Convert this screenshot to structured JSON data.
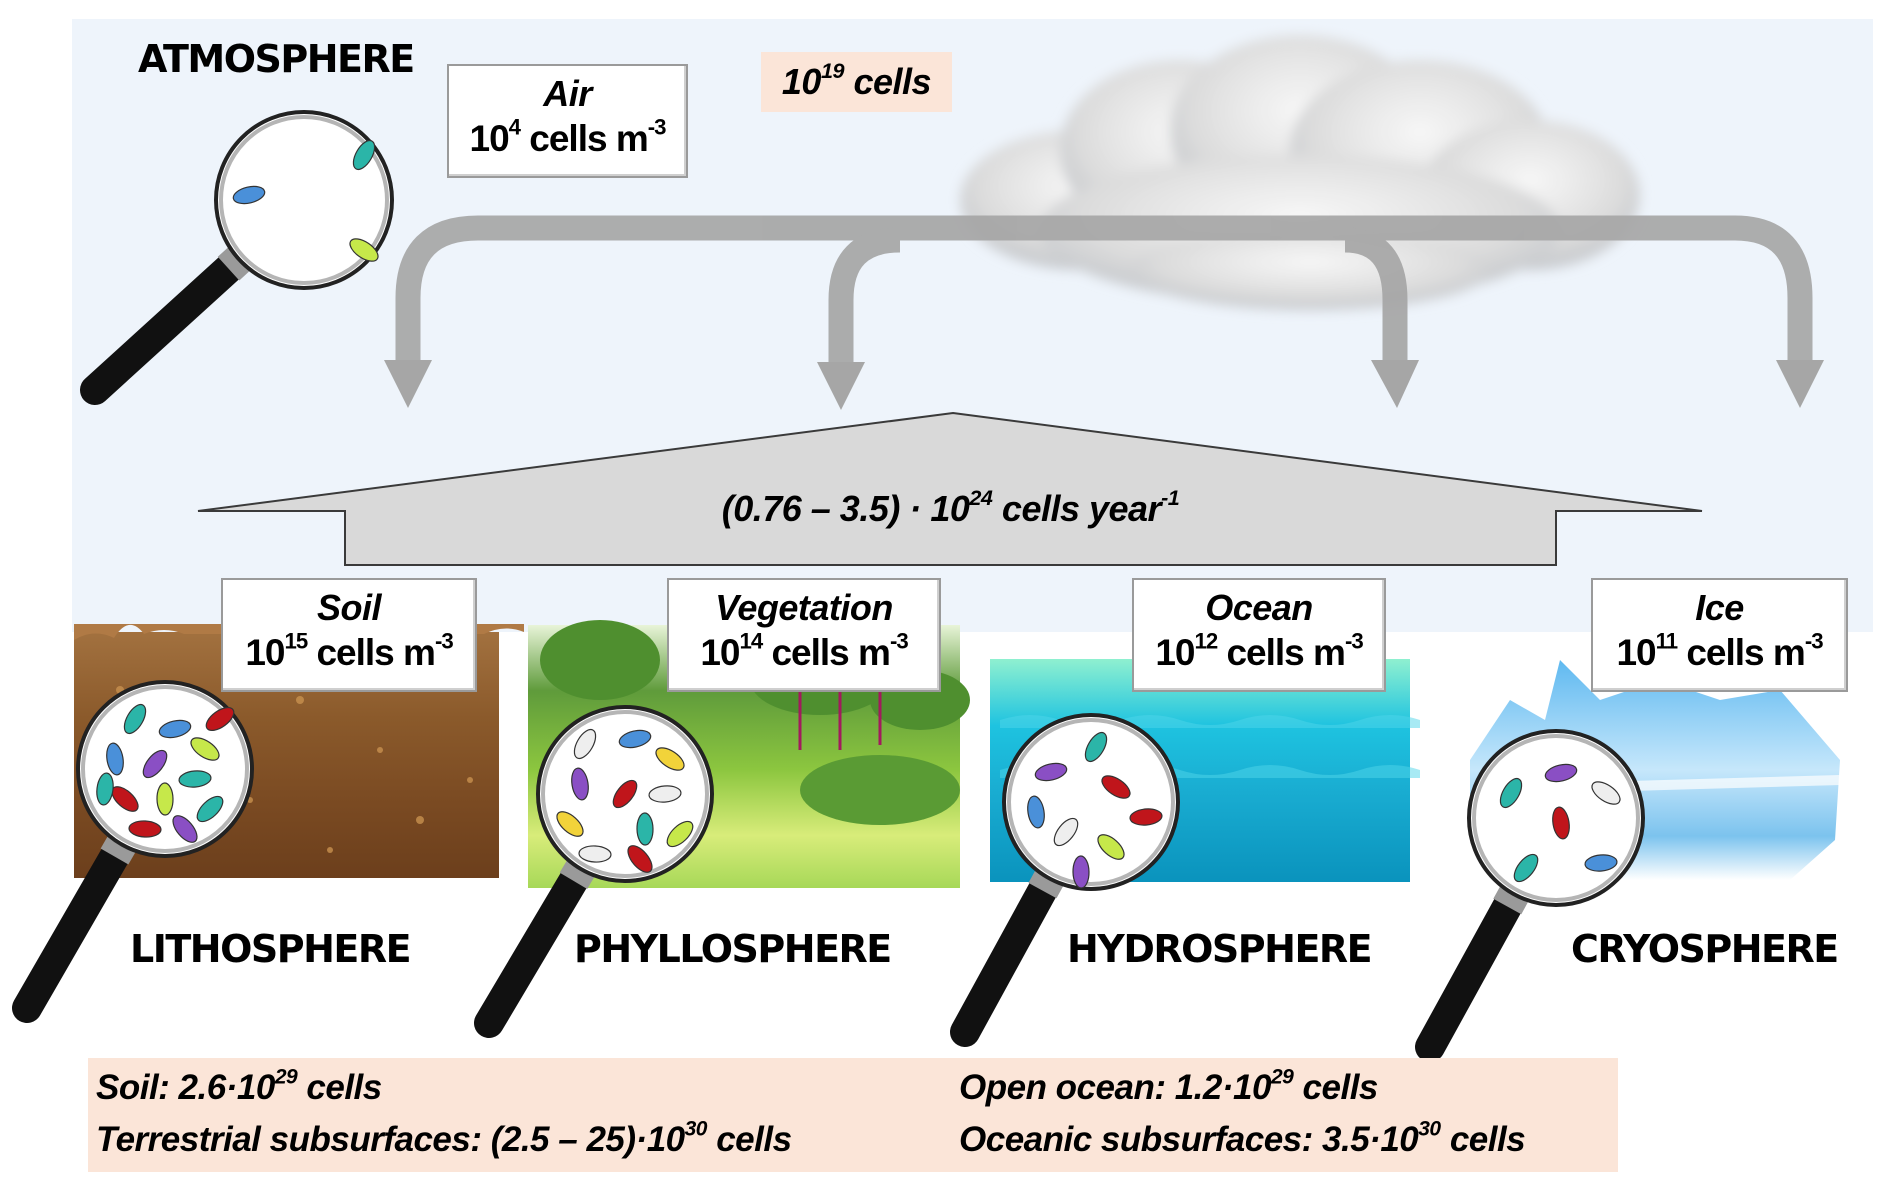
{
  "atmosphere": {
    "title": "ATMOSPHERE",
    "label": {
      "name": "Air",
      "base": "10",
      "exp": "4",
      "unit": "cells m",
      "unit_exp": "-3"
    },
    "total": {
      "base": "10",
      "exp": "19",
      "unit": "cells"
    }
  },
  "flux": {
    "range": "(0.76 – 3.5) · ",
    "base": "10",
    "exp": "24",
    "unit": "cells year",
    "unit_exp": "-1"
  },
  "spheres": [
    {
      "title": "LITHOSPHERE",
      "label": {
        "name": "Soil",
        "base": "10",
        "exp": "15",
        "unit": "cells m",
        "unit_exp": "-3"
      },
      "scene": "soil"
    },
    {
      "title": "PHYLLOSPHERE",
      "label": {
        "name": "Vegetation",
        "base": "10",
        "exp": "14",
        "unit": "cells m",
        "unit_exp": "-3"
      },
      "scene": "vegetation"
    },
    {
      "title": "HYDROSPHERE",
      "label": {
        "name": "Ocean",
        "base": "10",
        "exp": "12",
        "unit": "cells m",
        "unit_exp": "-3"
      },
      "scene": "ocean"
    },
    {
      "title": "CRYOSPHERE",
      "label": {
        "name": "Ice",
        "base": "10",
        "exp": "11",
        "unit": "cells m",
        "unit_exp": "-3"
      },
      "scene": "ice"
    }
  ],
  "totals": {
    "left": [
      {
        "prefix": "Soil: 2.6·",
        "base": "10",
        "exp": "29",
        "suffix": " cells"
      },
      {
        "prefix": "Terrestrial subsurfaces: (2.5 – 25)·",
        "base": "10",
        "exp": "30",
        "suffix": " cells"
      }
    ],
    "right": [
      {
        "prefix": "Open ocean: 1.2·",
        "base": "10",
        "exp": "29",
        "suffix": " cells"
      },
      {
        "prefix": "Oceanic subsurfaces: 3.5·",
        "base": "10",
        "exp": "30",
        "suffix": " cells"
      }
    ]
  },
  "colors": {
    "atmosphere_band": "#eef4fb",
    "arrow": "#a6a6a6",
    "flux_arrow": "#d9d9d9",
    "total_box": "#fbe5d8",
    "soil": "#8b5a2b",
    "vegetation": "#8cc63f",
    "ocean": "#18a9cc",
    "ice": "#8fd0f5"
  },
  "icons": [
    "magnifier-icon",
    "bacterium-icon",
    "cloud-icon"
  ]
}
